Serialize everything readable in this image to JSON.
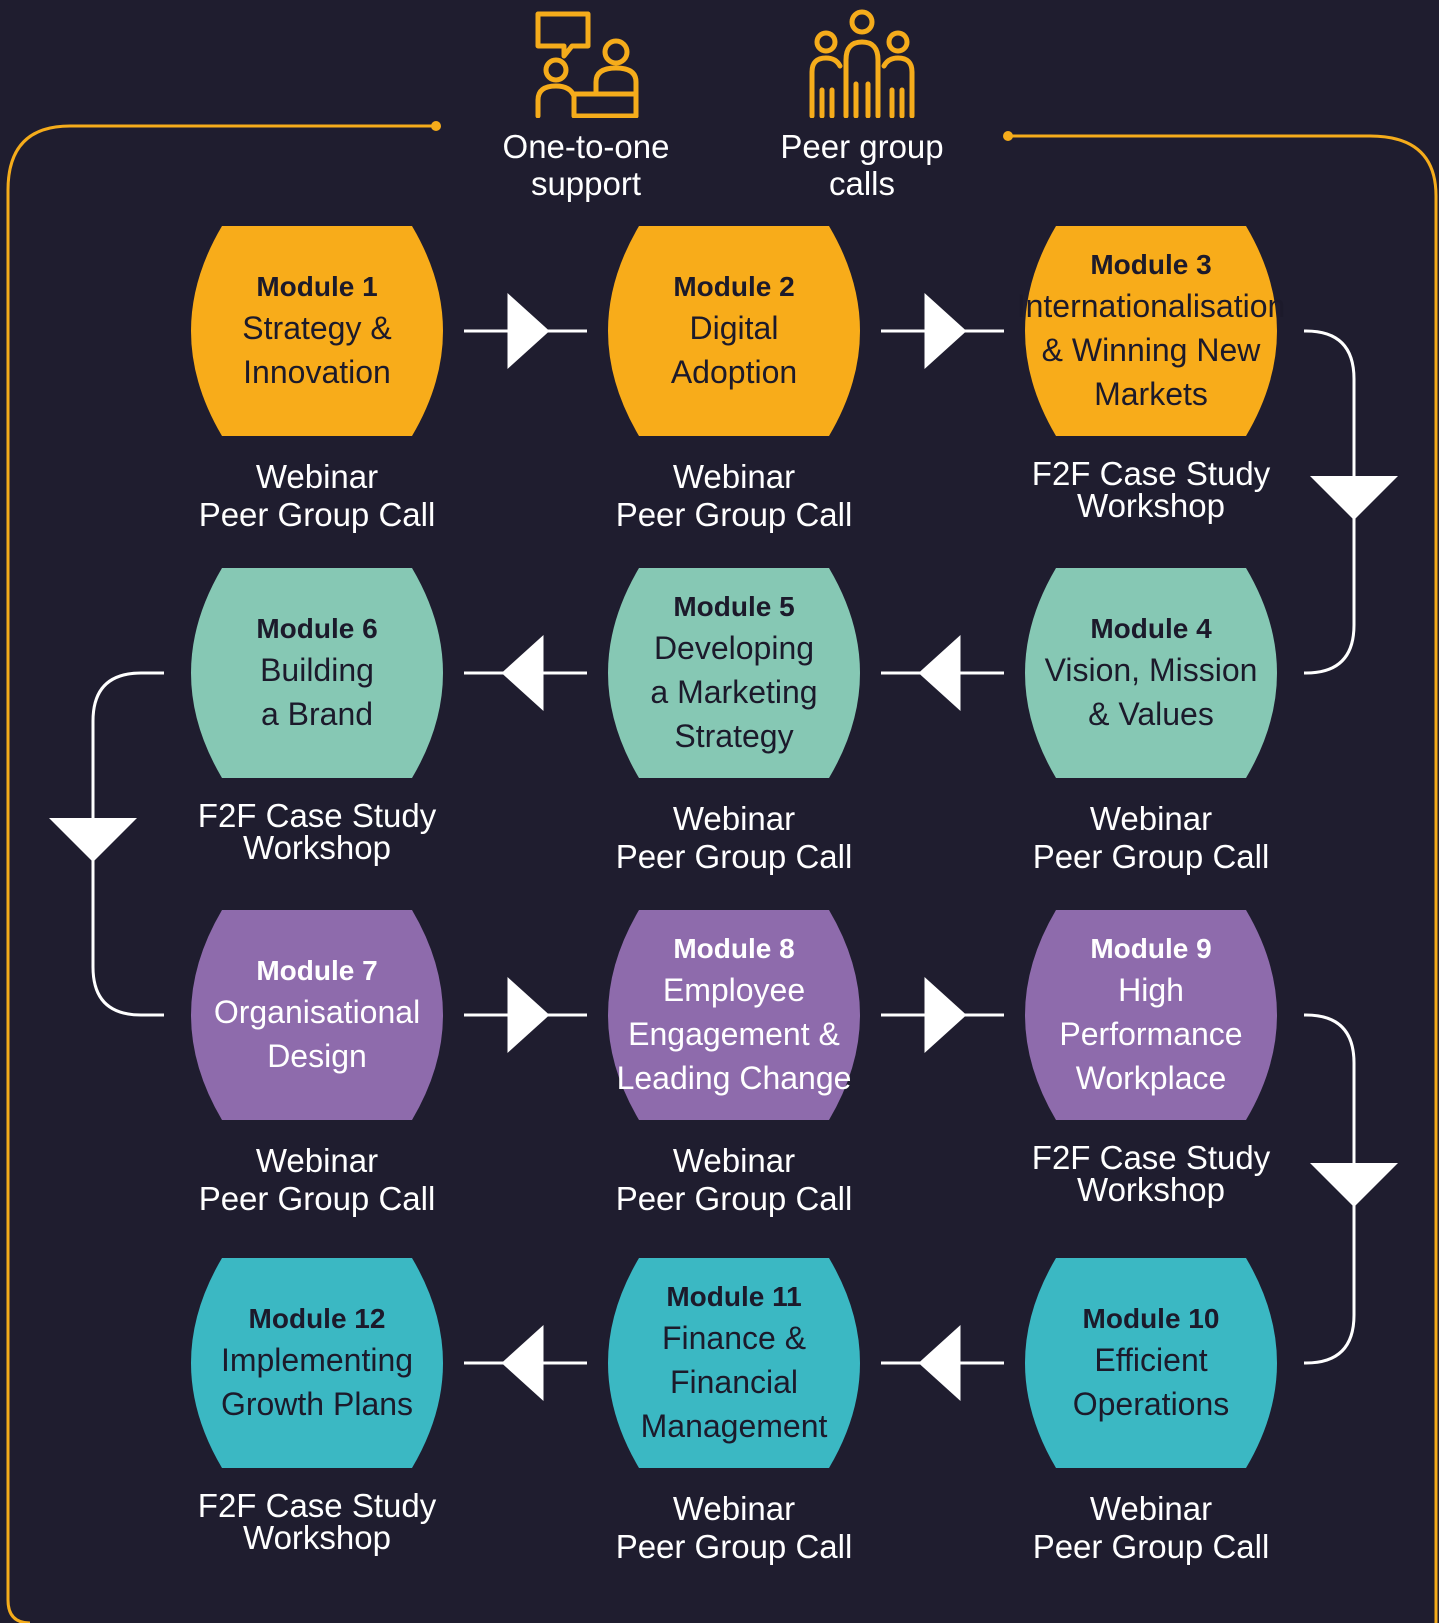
{
  "header": {
    "one_to_one": {
      "label": "One-to-one\nsupport",
      "icon": "one-to-one-support-icon"
    },
    "peer_group": {
      "label": "Peer group\ncalls",
      "icon": "peer-group-icon"
    }
  },
  "colors": {
    "background": "#1f1d2f",
    "frame": "#f5ac1b",
    "connector": "#ffffff",
    "row1": "#f8ac1a",
    "row2": "#86c8b4",
    "row3": "#8e6bac",
    "row4": "#3bb8c3"
  },
  "modules": [
    {
      "title": "Module 1",
      "subtitle": "Strategy &\nInnovation",
      "caption": "Webinar\nPeer Group Call"
    },
    {
      "title": "Module 2",
      "subtitle": "Digital\nAdoption",
      "caption": "Webinar\nPeer Group Call"
    },
    {
      "title": "Module 3",
      "subtitle": "Internationalisation\n& Winning New\nMarkets",
      "caption": "F2F Case Study\nWorkshop"
    },
    {
      "title": "Module 4",
      "subtitle": "Vision, Mission\n& Values",
      "caption": "Webinar\nPeer Group Call"
    },
    {
      "title": "Module 5",
      "subtitle": "Developing\na Marketing\nStrategy",
      "caption": "Webinar\nPeer Group Call"
    },
    {
      "title": "Module 6",
      "subtitle": "Building\na Brand",
      "caption": "F2F Case Study\nWorkshop"
    },
    {
      "title": "Module 7",
      "subtitle": "Organisational\nDesign",
      "caption": "Webinar\nPeer Group Call"
    },
    {
      "title": "Module 8",
      "subtitle": "Employee\nEngagement &\nLeading Change",
      "caption": "Webinar\nPeer Group Call"
    },
    {
      "title": "Module 9",
      "subtitle": "High\nPerformance\nWorkplace",
      "caption": "F2F Case Study\nWorkshop"
    },
    {
      "title": "Module 10",
      "subtitle": "Efficient\nOperations",
      "caption": "Webinar\nPeer Group Call"
    },
    {
      "title": "Module 11",
      "subtitle": "Finance &\nFinancial\nManagement",
      "caption": "Webinar\nPeer Group Call"
    },
    {
      "title": "Module 12",
      "subtitle": "Implementing\nGrowth Plans",
      "caption": "F2F Case Study\nWorkshop"
    }
  ]
}
